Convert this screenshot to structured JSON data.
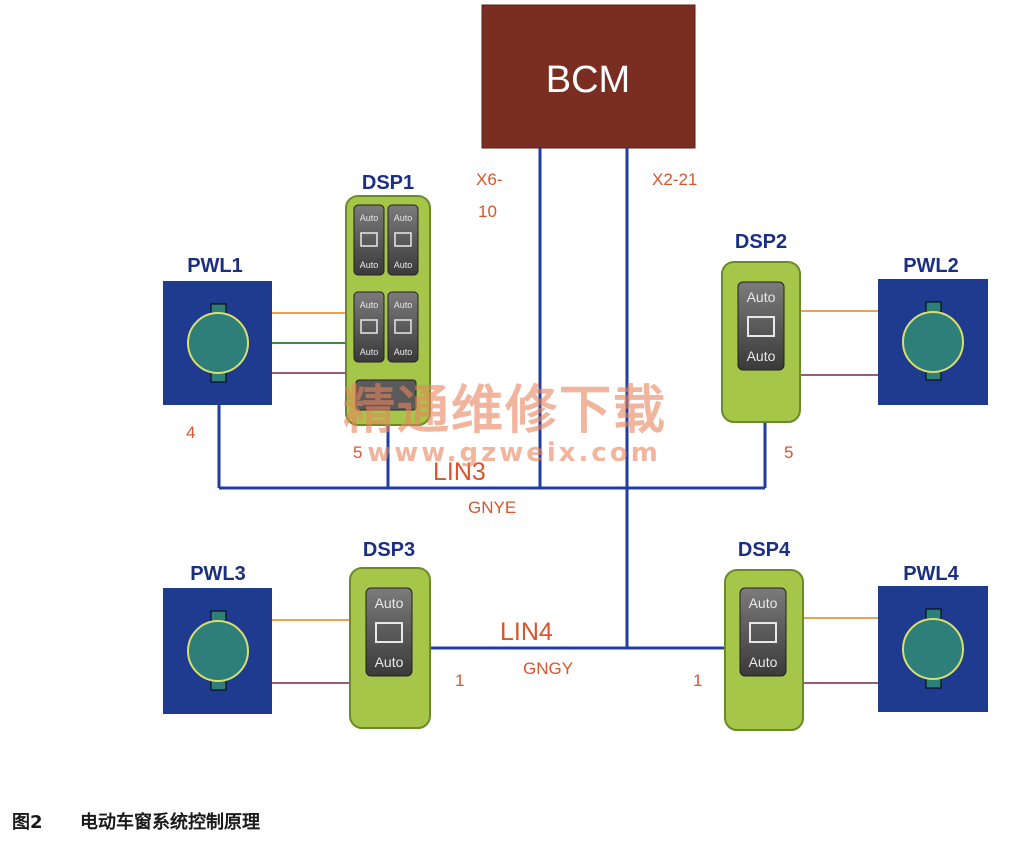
{
  "bcm": {
    "label": "BCM"
  },
  "bcm_pins": {
    "left_line1": "X6-",
    "left_line2": "10",
    "right": "X2-21"
  },
  "dsp": [
    {
      "label": "DSP1"
    },
    {
      "label": "DSP2",
      "btn_top": "Auto",
      "btn_bottom": "Auto"
    },
    {
      "label": "DSP3",
      "btn_top": "Auto",
      "btn_bottom": "Auto"
    },
    {
      "label": "DSP4",
      "btn_top": "Auto",
      "btn_bottom": "Auto"
    }
  ],
  "dsp1_auto": "Auto",
  "pwl": [
    {
      "label": "PWL1"
    },
    {
      "label": "PWL2"
    },
    {
      "label": "PWL3"
    },
    {
      "label": "PWL4"
    }
  ],
  "pins": {
    "pwl1": "4",
    "dsp1": "5",
    "dsp2": "5",
    "dsp3": "1",
    "dsp4": "1"
  },
  "buses": {
    "lin3": {
      "name": "LIN3",
      "color_code": "GNYE"
    },
    "lin4": {
      "name": "LIN4",
      "color_code": "GNGY"
    }
  },
  "watermark": {
    "cn": "精通维修下载",
    "url": "www.gzweix.com"
  },
  "caption": {
    "fig": "图2",
    "text": "电动车窗系统控制原理"
  },
  "colors": {
    "bcm_fill": "#7a2e22",
    "pwl_fill": "#1f3b8f",
    "motor_fill": "#2e7f7a",
    "dsp_fill": "#a6c64a",
    "bus_line": "#1f3ea0",
    "label_red": "#d8552e",
    "label_navy": "#1a2f82"
  }
}
